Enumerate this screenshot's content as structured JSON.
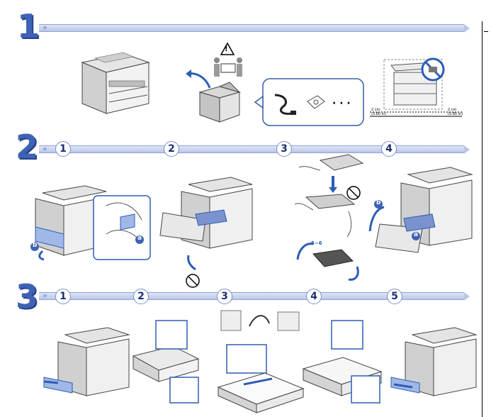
{
  "sections": [
    {
      "number": "1"
    },
    {
      "number": "2",
      "steps": [
        "1",
        "2",
        "3",
        "4"
      ]
    },
    {
      "number": "3",
      "steps": [
        "1",
        "2",
        "3",
        "4",
        "5"
      ]
    }
  ],
  "accessories_dots": "· · ·",
  "clearance_left": "2 cm\n(0.80 in)",
  "clearance_right": "2 cm\n(0.80 in)",
  "callouts": {
    "a": "a",
    "b": "b"
  },
  "shake_label": "5~6",
  "warning_symbol": "!",
  "icons": [
    "warning-icon",
    "no-stack-icon",
    "no-touch-icon",
    "power-cord-icon",
    "cd-icon"
  ]
}
